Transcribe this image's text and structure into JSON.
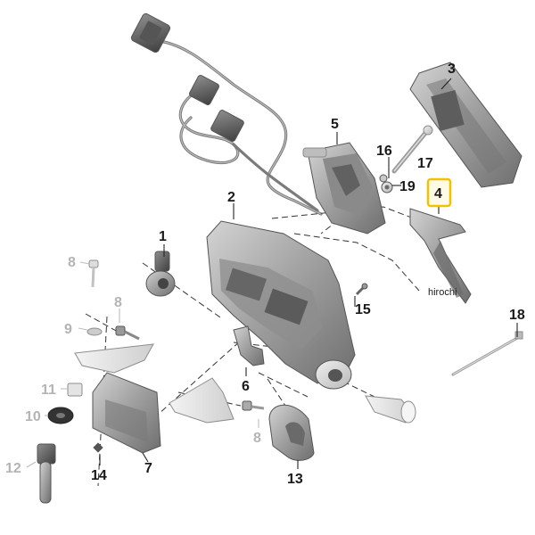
{
  "watermark": "hirochi",
  "colors": {
    "highlight": "#f2c200",
    "label_dark": "#1a1a1a",
    "label_grey": "#b4b4b4",
    "part_fill": "#9a9a9a",
    "part_shadow": "#5a5a5a"
  },
  "callouts": [
    {
      "id": "1",
      "text": "1",
      "style": "dark"
    },
    {
      "id": "2",
      "text": "2",
      "style": "dark"
    },
    {
      "id": "3",
      "text": "3",
      "style": "dark"
    },
    {
      "id": "4",
      "text": "4",
      "style": "highlight"
    },
    {
      "id": "5",
      "text": "5",
      "style": "dark"
    },
    {
      "id": "6",
      "text": "6",
      "style": "dark"
    },
    {
      "id": "7",
      "text": "7",
      "style": "dark"
    },
    {
      "id": "8a",
      "text": "8",
      "style": "grey"
    },
    {
      "id": "8b",
      "text": "8",
      "style": "grey"
    },
    {
      "id": "8c",
      "text": "8",
      "style": "grey"
    },
    {
      "id": "9",
      "text": "9",
      "style": "grey"
    },
    {
      "id": "10",
      "text": "10",
      "style": "grey"
    },
    {
      "id": "11",
      "text": "11",
      "style": "grey"
    },
    {
      "id": "12",
      "text": "12",
      "style": "grey"
    },
    {
      "id": "13",
      "text": "13",
      "style": "dark"
    },
    {
      "id": "14",
      "text": "14",
      "style": "dark"
    },
    {
      "id": "15",
      "text": "15",
      "style": "dark"
    },
    {
      "id": "16",
      "text": "16",
      "style": "dark"
    },
    {
      "id": "17",
      "text": "17",
      "style": "dark"
    },
    {
      "id": "18",
      "text": "18",
      "style": "dark"
    },
    {
      "id": "19",
      "text": "19",
      "style": "dark"
    }
  ]
}
